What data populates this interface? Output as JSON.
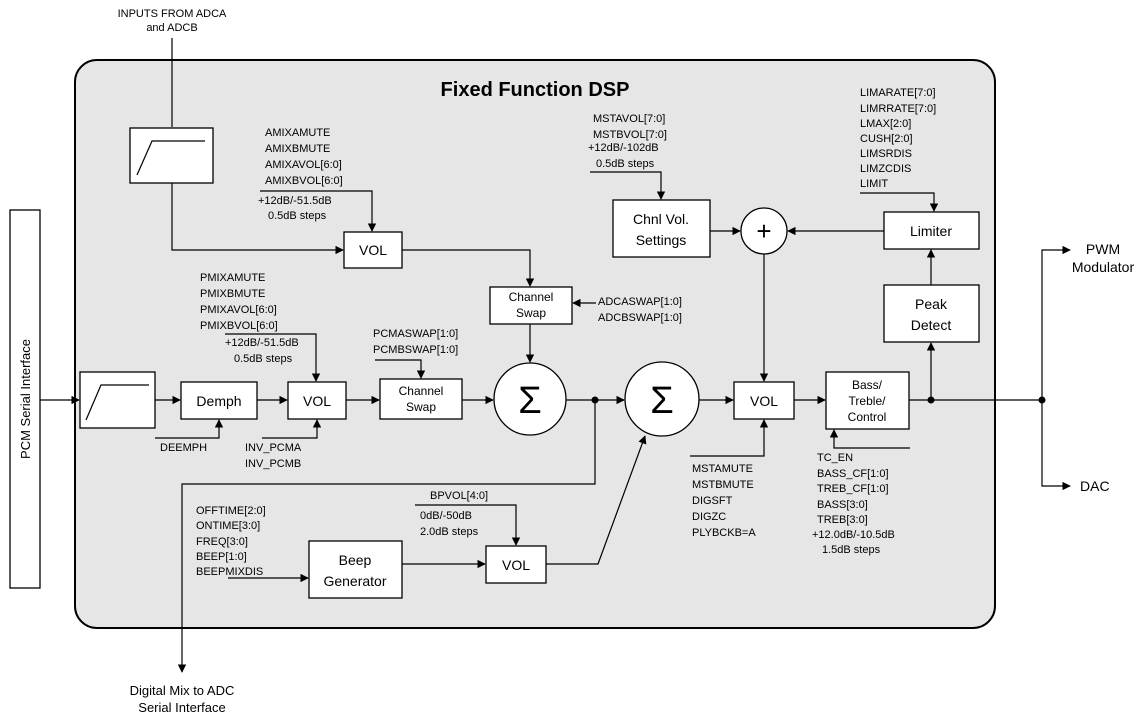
{
  "title": "Fixed Function DSP",
  "inputs_label": [
    "INPUTS FROM ADCA",
    "and ADCB"
  ],
  "pcm_serial_label": "PCM Serial Interface",
  "output_pwm_label": [
    "PWM",
    "Modulator"
  ],
  "output_dac_label": "DAC",
  "digital_mix_label": [
    "Digital Mix to ADC",
    "Serial Interface"
  ],
  "blocks": {
    "demph": "Demph",
    "vol": "VOL",
    "channel_swap": [
      "Channel",
      "Swap"
    ],
    "chnl_vol": [
      "Chnl Vol.",
      "Settings"
    ],
    "limiter": "Limiter",
    "peak_detect": [
      "Peak",
      "Detect"
    ],
    "bass_treble": [
      "Bass/",
      "Treble/",
      "Control"
    ],
    "beep_gen": [
      "Beep",
      "Generator"
    ],
    "sum_symbol": "Σ",
    "plus_symbol": "+"
  },
  "labels": {
    "amix": [
      "AMIXAMUTE",
      "AMIXBMUTE",
      "AMIXAVOL[6:0]",
      "AMIXBVOL[6:0]"
    ],
    "amix_range": [
      "+12dB/-51.5dB",
      "0.5dB steps"
    ],
    "pmix": [
      "PMIXAMUTE",
      "PMIXBMUTE",
      "PMIXAVOL[6:0]",
      "PMIXBVOL[6:0]"
    ],
    "pmix_range": [
      "+12dB/-51.5dB",
      "0.5dB steps"
    ],
    "pcm_swap": [
      "PCMASWAP[1:0]",
      "PCMBSWAP[1:0]"
    ],
    "adc_swap": [
      "ADCASWAP[1:0]",
      "ADCBSWAP[1:0]"
    ],
    "mst_vol": [
      "MSTAVOL[7:0]",
      "MSTBVOL[7:0]",
      "+12dB/-102dB",
      "0.5dB steps"
    ],
    "lim": [
      "LIMARATE[7:0]",
      "LIMRRATE[7:0]",
      "LMAX[2:0]",
      "CUSH[2:0]",
      "LIMSRDIS",
      "LIMZCDIS",
      "LIMIT"
    ],
    "deemph": "DEEMPH",
    "inv_pcm": [
      "INV_PCMA",
      "INV_PCMB"
    ],
    "mst_mute": [
      "MSTAMUTE",
      "MSTBMUTE",
      "DIGSFT",
      "DIGZC",
      "PLYBCKB=A"
    ],
    "tone": [
      "TC_EN",
      "BASS_CF[1:0]",
      "TREB_CF[1:0]",
      "BASS[3:0]",
      "TREB[3:0]",
      "+12.0dB/-10.5dB",
      "1.5dB steps"
    ],
    "beep_ctrl": [
      "OFFTIME[2:0]",
      "ONTIME[3:0]",
      "FREQ[3:0]",
      "BEEP[1:0]",
      "BEEPMIXDIS"
    ],
    "bpvol": "BPVOL[4:0]",
    "bpvol_range": [
      "0dB/-50dB",
      "2.0dB steps"
    ]
  }
}
